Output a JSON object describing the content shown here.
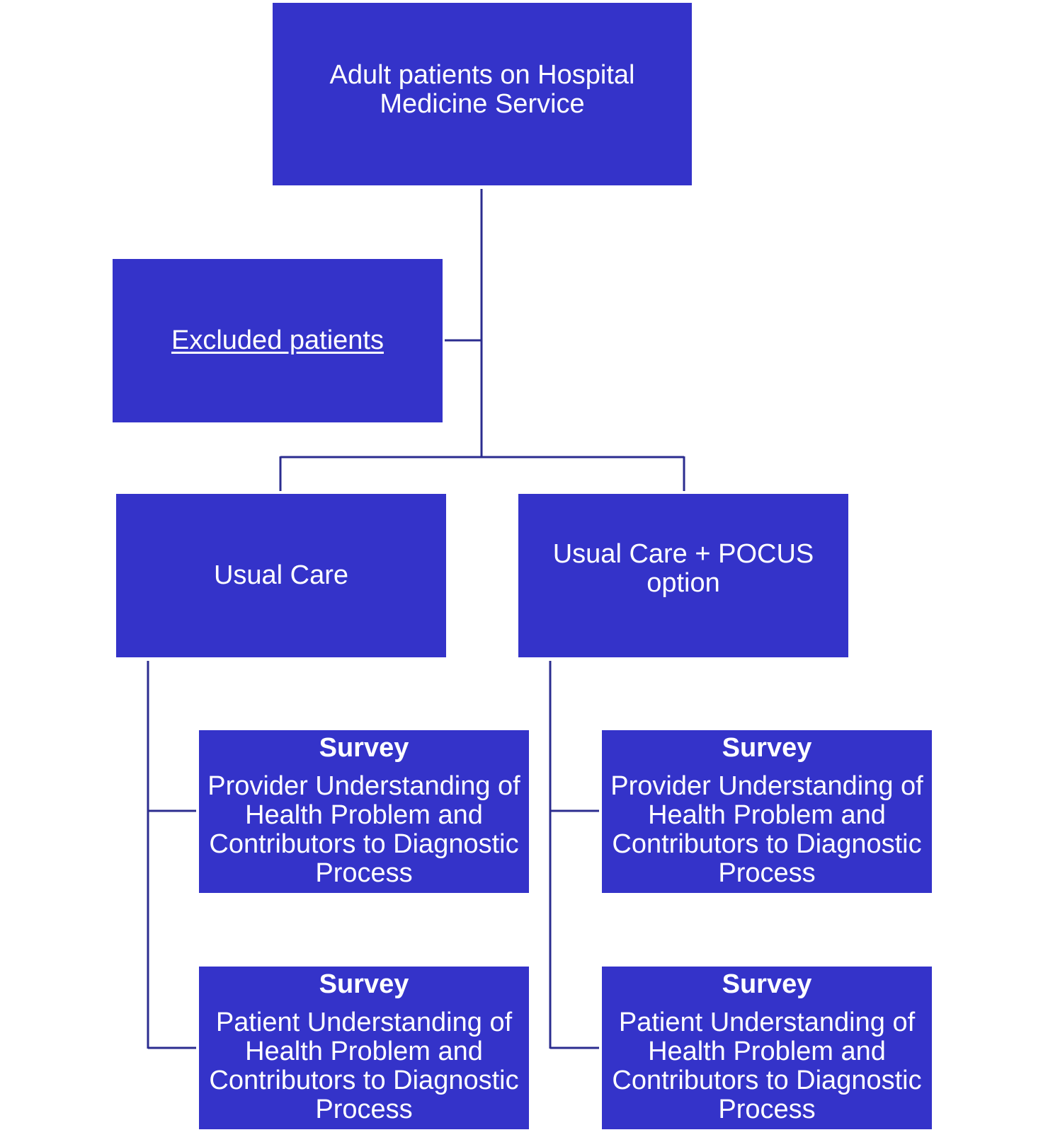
{
  "colors": {
    "box_fill": "#3433c9",
    "box_text": "#ffffff",
    "connector": "#2b2c8f",
    "background": "#ffffff"
  },
  "nodes": {
    "root": {
      "label": "Adult patients on Hospital Medicine Service"
    },
    "excluded": {
      "label": "Excluded patients"
    },
    "usual_care": {
      "label": "Usual Care"
    },
    "usual_care_pocus": {
      "label": "Usual Care + POCUS option"
    },
    "surveys": {
      "usual_care_provider": {
        "title": "Survey",
        "body": "Provider Understanding of Health Problem and Contributors to Diagnostic Process"
      },
      "usual_care_patient": {
        "title": "Survey",
        "body": "Patient Understanding of Health Problem and Contributors to Diagnostic Process"
      },
      "pocus_provider": {
        "title": "Survey",
        "body": "Provider Understanding of Health Problem and Contributors to Diagnostic Process"
      },
      "pocus_patient": {
        "title": "Survey",
        "body": "Patient Understanding of Health Problem and Contributors to Diagnostic Process"
      }
    }
  }
}
